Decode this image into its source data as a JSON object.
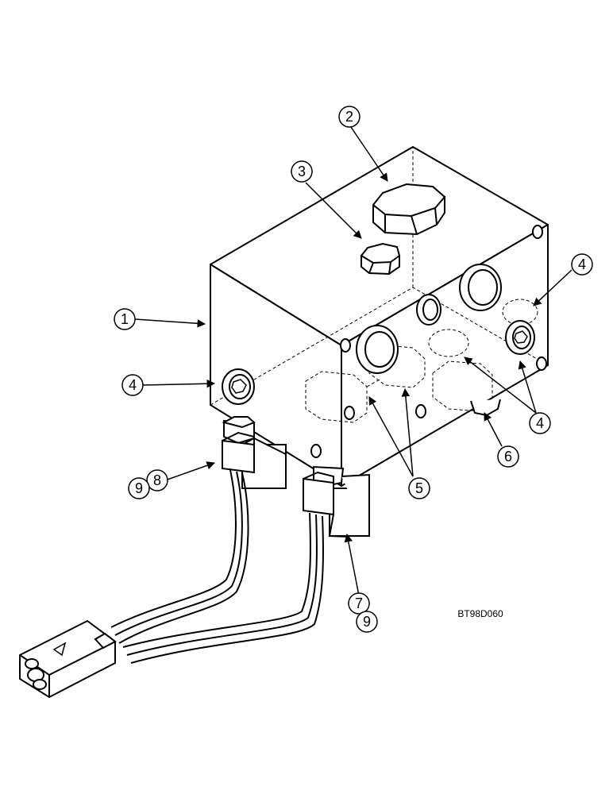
{
  "diagram": {
    "drawing_code": "BT98D060",
    "callouts": [
      {
        "id": "c1",
        "label": "1"
      },
      {
        "id": "c2",
        "label": "2"
      },
      {
        "id": "c3",
        "label": "3"
      },
      {
        "id": "c4a",
        "label": "4"
      },
      {
        "id": "c4b",
        "label": "4"
      },
      {
        "id": "c4c",
        "label": "4"
      },
      {
        "id": "c5",
        "label": "5"
      },
      {
        "id": "c6",
        "label": "6"
      },
      {
        "id": "c7",
        "label": "7"
      },
      {
        "id": "c8",
        "label": "8"
      },
      {
        "id": "c9a",
        "label": "9"
      },
      {
        "id": "c9b",
        "label": "9"
      }
    ]
  }
}
